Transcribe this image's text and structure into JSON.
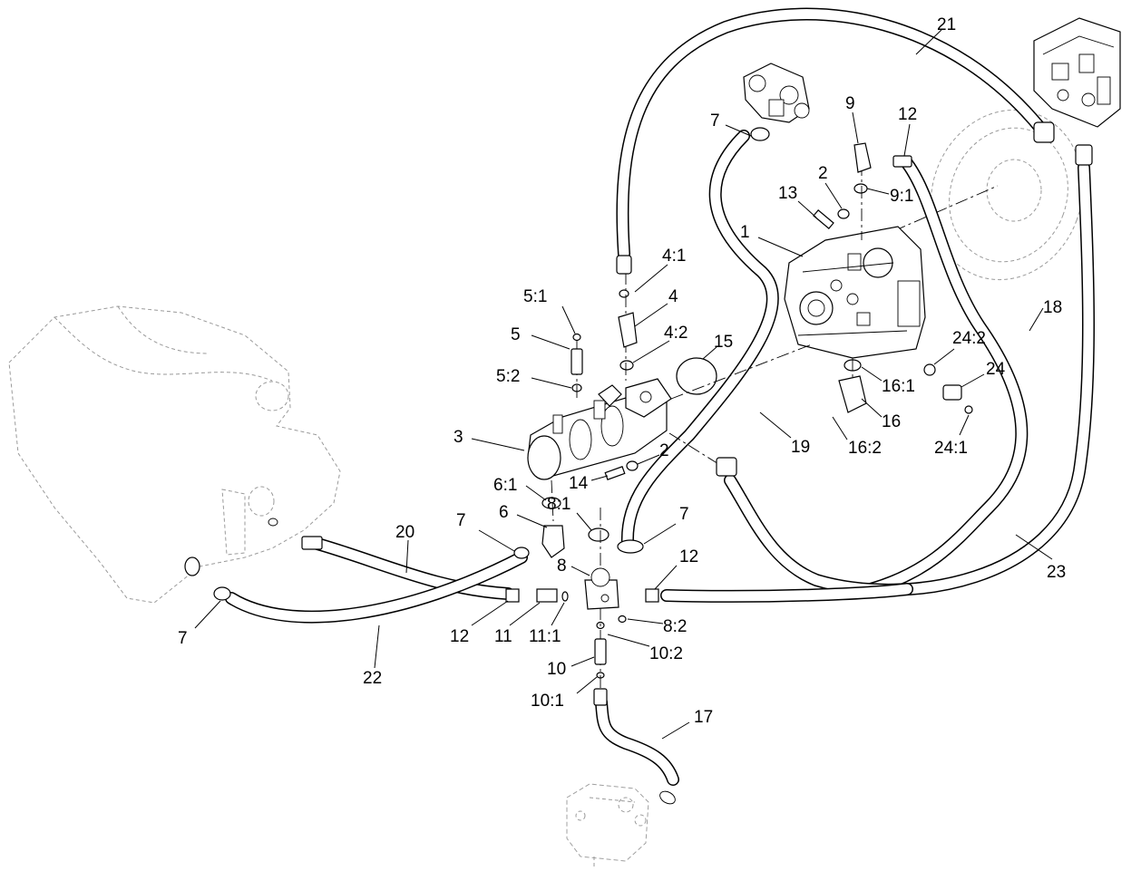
{
  "callouts": [
    {
      "id": "c1",
      "text": "1"
    },
    {
      "id": "c2a",
      "text": "2"
    },
    {
      "id": "c2b",
      "text": "2"
    },
    {
      "id": "c3",
      "text": "3"
    },
    {
      "id": "c4",
      "text": "4"
    },
    {
      "id": "c4_1",
      "text": "4:1"
    },
    {
      "id": "c4_2",
      "text": "4:2"
    },
    {
      "id": "c5",
      "text": "5"
    },
    {
      "id": "c5_1",
      "text": "5:1"
    },
    {
      "id": "c5_2",
      "text": "5:2"
    },
    {
      "id": "c6",
      "text": "6"
    },
    {
      "id": "c6_1",
      "text": "6:1"
    },
    {
      "id": "c7a",
      "text": "7"
    },
    {
      "id": "c7b",
      "text": "7"
    },
    {
      "id": "c7c",
      "text": "7"
    },
    {
      "id": "c7d",
      "text": "7"
    },
    {
      "id": "c8",
      "text": "8"
    },
    {
      "id": "c8_1",
      "text": "8:1"
    },
    {
      "id": "c8_2",
      "text": "8:2"
    },
    {
      "id": "c9",
      "text": "9"
    },
    {
      "id": "c9_1",
      "text": "9:1"
    },
    {
      "id": "c10",
      "text": "10"
    },
    {
      "id": "c10_1",
      "text": "10:1"
    },
    {
      "id": "c10_2",
      "text": "10:2"
    },
    {
      "id": "c11",
      "text": "11"
    },
    {
      "id": "c11_1",
      "text": "11:1"
    },
    {
      "id": "c12a",
      "text": "12"
    },
    {
      "id": "c12b",
      "text": "12"
    },
    {
      "id": "c12c",
      "text": "12"
    },
    {
      "id": "c13",
      "text": "13"
    },
    {
      "id": "c14",
      "text": "14"
    },
    {
      "id": "c15",
      "text": "15"
    },
    {
      "id": "c16",
      "text": "16"
    },
    {
      "id": "c16_1",
      "text": "16:1"
    },
    {
      "id": "c16_2",
      "text": "16:2"
    },
    {
      "id": "c17",
      "text": "17"
    },
    {
      "id": "c18",
      "text": "18"
    },
    {
      "id": "c19",
      "text": "19"
    },
    {
      "id": "c20",
      "text": "20"
    },
    {
      "id": "c21",
      "text": "21"
    },
    {
      "id": "c22",
      "text": "22"
    },
    {
      "id": "c23",
      "text": "23"
    },
    {
      "id": "c24",
      "text": "24"
    },
    {
      "id": "c24_1",
      "text": "24:1"
    },
    {
      "id": "c24_2",
      "text": "24:2"
    }
  ]
}
